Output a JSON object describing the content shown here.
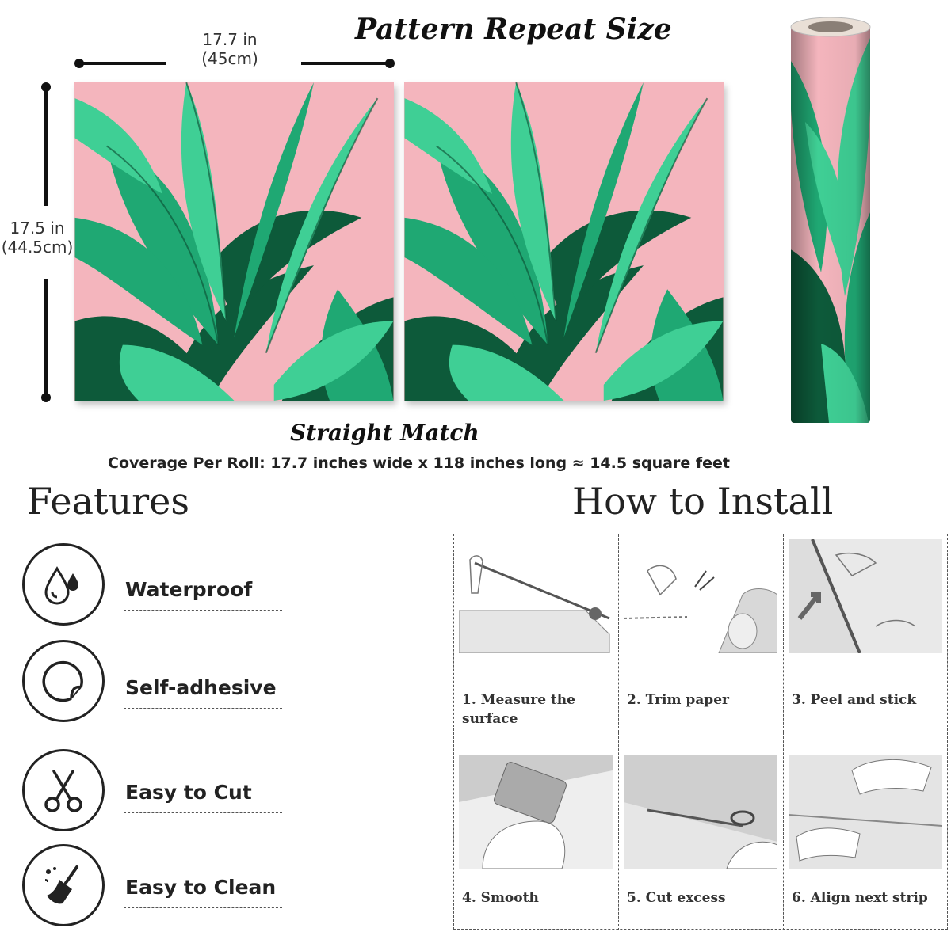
{
  "pattern": {
    "title": "Pattern Repeat Size",
    "width_label": "17.7 in",
    "width_metric": "(45cm)",
    "height_label": "17.5 in",
    "height_metric": "(44.5cm)",
    "match_type": "Straight Match",
    "coverage": "Coverage Per Roll: 17.7 inches wide x 118 inches long ≈ 14.5 square feet",
    "colors": {
      "background": "#f4b5bd",
      "leaf_light": "#3fcf95",
      "leaf_mid": "#1fa873",
      "leaf_dark": "#0d5a3a"
    }
  },
  "features": {
    "heading": "Features",
    "items": [
      {
        "label": "Waterproof",
        "icon": "water-drops-icon"
      },
      {
        "label": "Self-adhesive",
        "icon": "peeling-sticker-icon"
      },
      {
        "label": "Easy to Cut",
        "icon": "scissors-icon"
      },
      {
        "label": "Easy to Clean",
        "icon": "broom-icon"
      }
    ]
  },
  "install": {
    "heading": "How to Install",
    "steps": [
      {
        "label": "1. Measure the surface"
      },
      {
        "label": "2. Trim paper"
      },
      {
        "label": "3. Peel and stick"
      },
      {
        "label": "4. Smooth"
      },
      {
        "label": "5. Cut excess"
      },
      {
        "label": "6. Align next strip"
      }
    ]
  }
}
